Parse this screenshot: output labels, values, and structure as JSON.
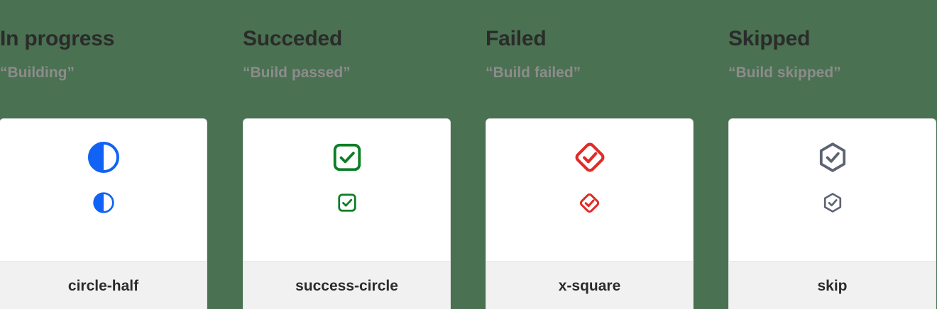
{
  "page": {
    "background_color": "#4a7151"
  },
  "colors": {
    "in_progress_blue": "#1063f5",
    "success_green": "#0c7e26",
    "failed_red": "#e02b27",
    "skipped_gray": "#5c6373",
    "title_text": "#2b2b2b",
    "subtitle_text": "#8c8c8c",
    "card_background": "#ffffff",
    "card_footer_background": "#f1f1f1",
    "card_border": "#e3e3e3"
  },
  "columns": [
    {
      "title": "In progress",
      "subtitle": "“Building”",
      "icon_name": "circle-half-icon",
      "icon_label": "circle-half",
      "icon_color": "#1063f5"
    },
    {
      "title": "Succeded",
      "subtitle": "“Build passed”",
      "icon_name": "success-circle-icon",
      "icon_label": "success-circle",
      "icon_color": "#0c7e26"
    },
    {
      "title": "Failed",
      "subtitle": "“Build failed”",
      "icon_name": "x-square-icon",
      "icon_label": "x-square",
      "icon_color": "#e02b27"
    },
    {
      "title": "Skipped",
      "subtitle": "“Build skipped”",
      "icon_name": "skip-icon",
      "icon_label": "skip",
      "icon_color": "#5c6373"
    }
  ]
}
